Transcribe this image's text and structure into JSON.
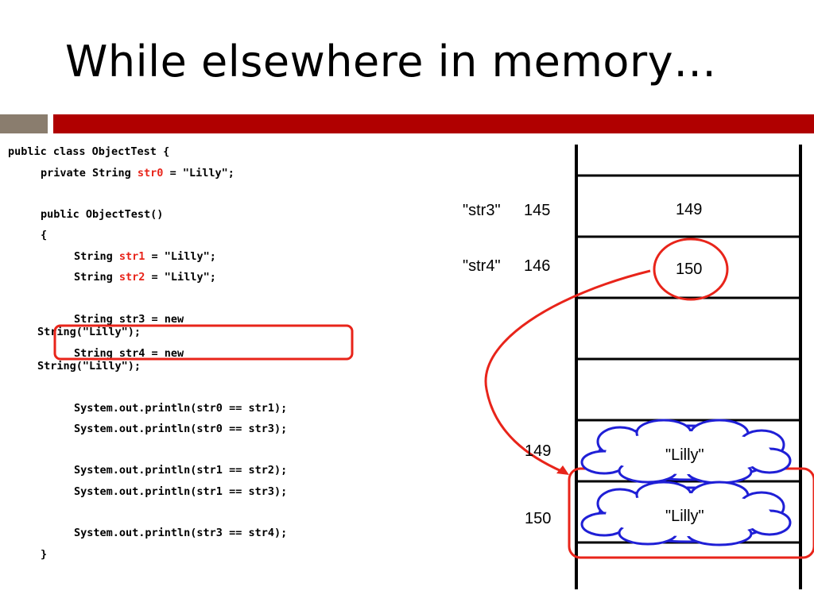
{
  "slide": {
    "title": "While elsewhere in memory…"
  },
  "code": {
    "line1": "public class ObjectTest {",
    "line2_pre": "private String ",
    "line2_var": "str0",
    "line2_post": " = \"Lilly\";",
    "line3": "public ObjectTest()",
    "line4": "{",
    "line5_pre": "String ",
    "line5_var": "str1",
    "line5_post": " = \"Lilly\";",
    "line6_pre": "String ",
    "line6_var": "str2",
    "line6_post": " = \"Lilly\";",
    "line7a": "String str3 = new",
    "line7b": "String(\"Lilly\");",
    "line8a": "String str4 = new",
    "line8b": "String(\"Lilly\");",
    "line9": "System.out.println(str0 == str1);",
    "line10": "System.out.println(str0 == str3);",
    "line11": "System.out.println(str1 == str2);",
    "line12": "System.out.println(str1 == str3);",
    "line13": "System.out.println(str3 == str4);",
    "line14": "}"
  },
  "memory": {
    "var_str3": "\"str3\"",
    "addr_145": "145",
    "val_145": "149",
    "var_str4": "\"str4\"",
    "addr_146": "146",
    "val_146": "150",
    "addr_149": "149",
    "obj_149": "\"Lilly\"",
    "addr_150": "150",
    "obj_150": "\"Lilly\""
  },
  "colors": {
    "highlight": "#e8241a",
    "cloud_stroke": "#1f1fd6",
    "title_bar_red": "#b00000",
    "title_bar_gray": "#8a7d6e"
  }
}
